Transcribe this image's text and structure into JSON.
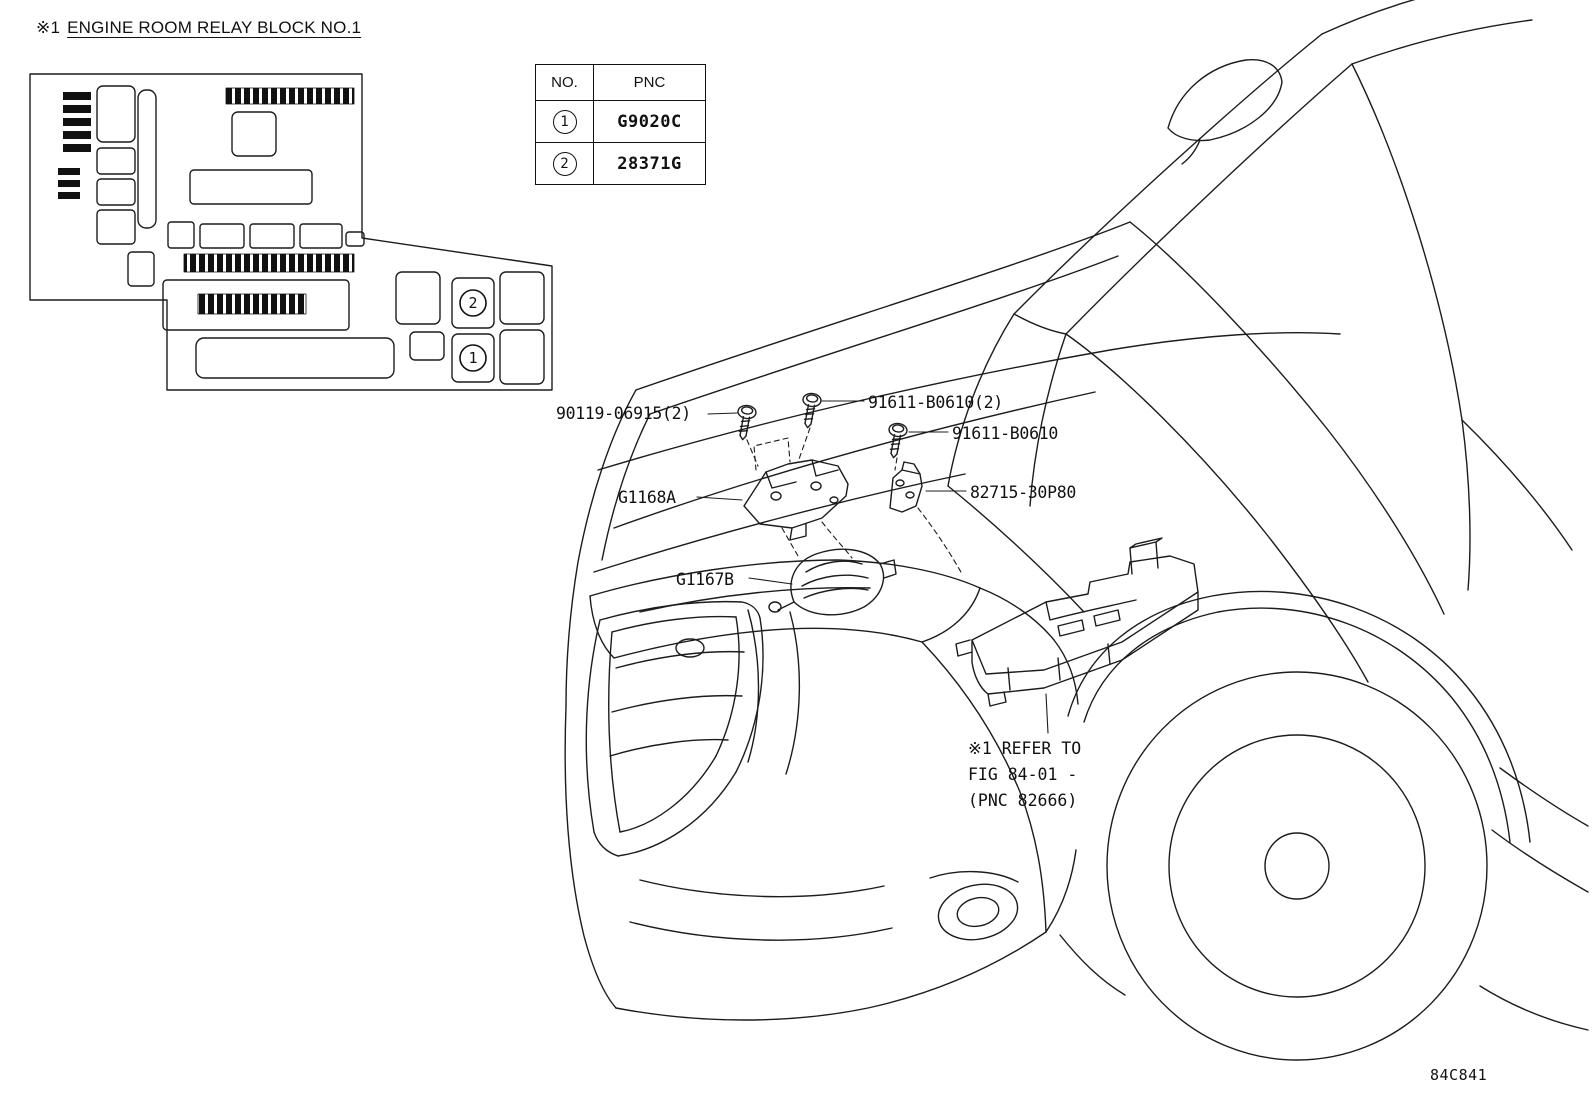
{
  "note": {
    "prefix": "※1",
    "text": "ENGINE ROOM RELAY BLOCK NO.1"
  },
  "parts_table": {
    "col_no": "NO.",
    "col_pnc": "PNC",
    "rows": [
      {
        "no": "1",
        "pnc": "G9020C"
      },
      {
        "no": "2",
        "pnc": "28371G"
      }
    ]
  },
  "diagram_badges": {
    "slot_1": "1",
    "slot_2": "2"
  },
  "callouts": {
    "bolt_a": "90119-06915(2)",
    "bolt_b": "91611-B0610(2)",
    "bolt_c": "91611-B0610",
    "bracket_a": "G1168A",
    "bracket_b": "82715-30P80",
    "sensor": "G1167B",
    "refer_line1": "※1 REFER TO",
    "refer_line2": "FIG 84-01 -",
    "refer_line3": "(PNC 82666)"
  },
  "figure_code": "84C841"
}
